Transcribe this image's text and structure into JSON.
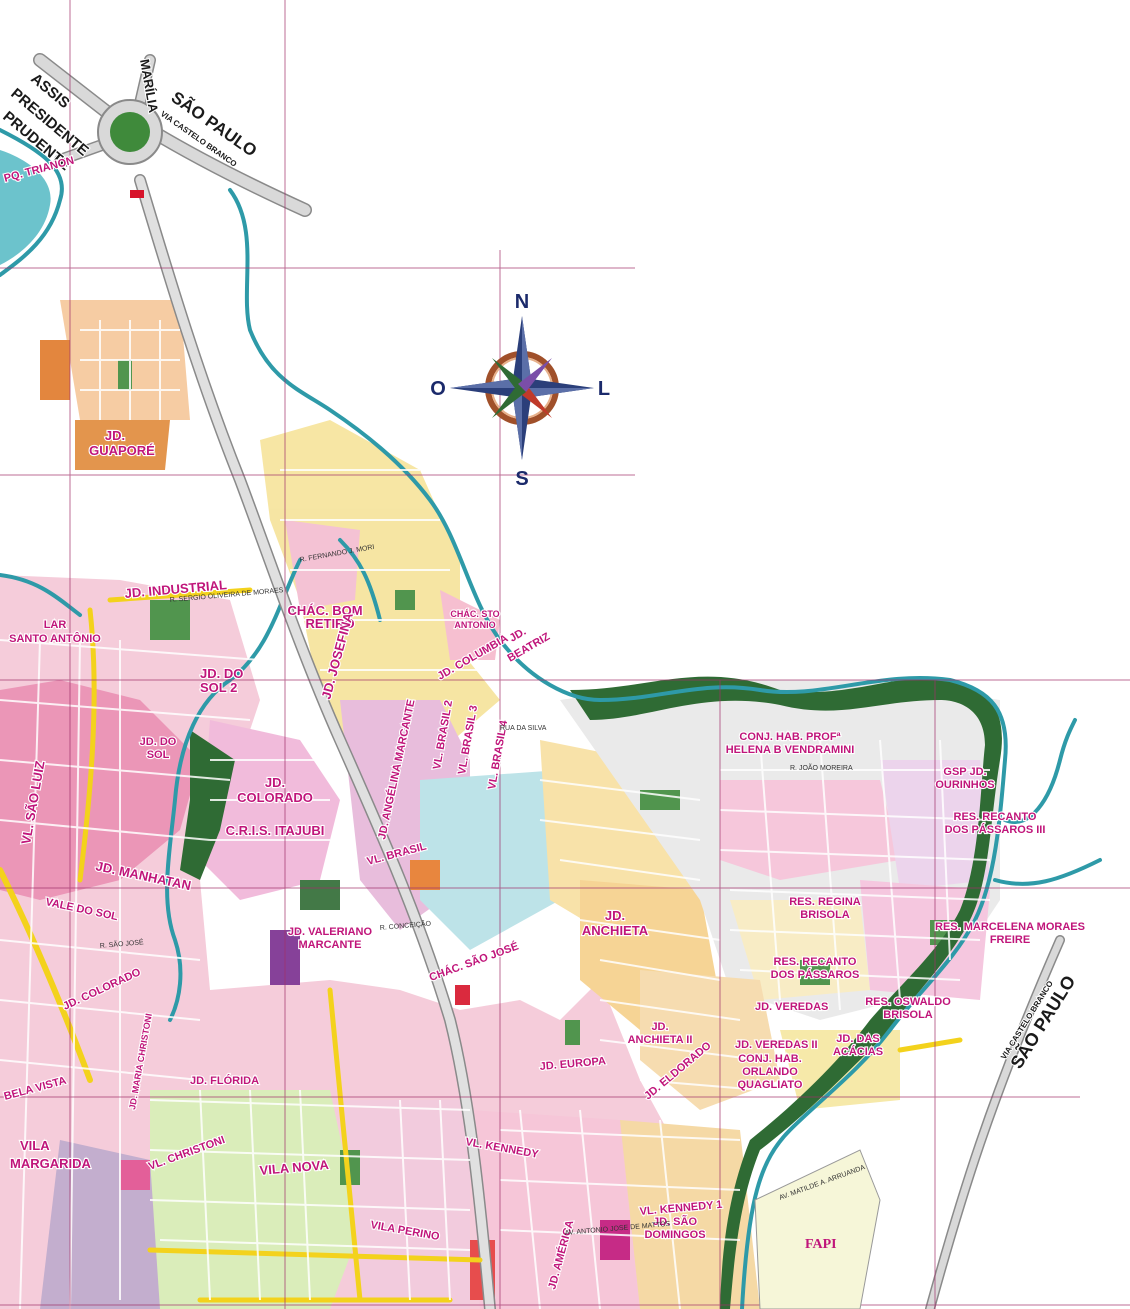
{
  "colors": {
    "river": "#2e9aa8",
    "river_fill": "#6cc3cc",
    "forest": "#2f6b34",
    "road": "#ffffff",
    "road_outline": "#8a8a8a",
    "highway": "#d9d9d9",
    "grid": "#a0306a",
    "label": "#c0157a",
    "yellow_road": "#f3d21c"
  },
  "compass": {
    "north": "N",
    "south": "S",
    "east": "L",
    "west": "O"
  },
  "highways": {
    "assis": "ASSIS",
    "presidente_prudente_1": "PRESIDENTE",
    "presidente_prudente_2": "PRUDENTE",
    "marilia": "MARÍLIA",
    "sao_paulo_top": "SÃO PAULO",
    "via_top": "VIA CASTELO BRANCO",
    "sao_paulo_right": "SÃO PAULO",
    "via_right": "VIA CASTELO BRANCO"
  },
  "places": [
    {
      "id": "pq-trianon",
      "text": "PQ. TRIANON"
    },
    {
      "id": "jd-guapore-1",
      "text": "JD."
    },
    {
      "id": "jd-guapore-2",
      "text": "GUAPORÉ"
    },
    {
      "id": "jd-industrial",
      "text": "JD. INDUSTRIAL"
    },
    {
      "id": "lar-santo-antonio-1",
      "text": "LAR"
    },
    {
      "id": "lar-santo-antonio-2",
      "text": "SANTO ANTÔNIO"
    },
    {
      "id": "chac-bom-retiro-1",
      "text": "CHÁC. BOM"
    },
    {
      "id": "chac-bom-retiro-2",
      "text": "RETIRO"
    },
    {
      "id": "chac-sto-antonio-1",
      "text": "CHÁC. STO"
    },
    {
      "id": "chac-sto-antonio-2",
      "text": "ANTONIO"
    },
    {
      "id": "jd-beatriz-1",
      "text": "JD."
    },
    {
      "id": "jd-beatriz-2",
      "text": "BEATRIZ"
    },
    {
      "id": "jd-do-sol-1",
      "text": "JD. DO"
    },
    {
      "id": "jd-do-sol-2",
      "text": "SOL 2"
    },
    {
      "id": "jd-josefina",
      "text": "JD. JOSEFINA"
    },
    {
      "id": "jd-columbia",
      "text": "JD. COLUMBIA"
    },
    {
      "id": "conj-hab-1",
      "text": "CONJ. HAB. PROFª"
    },
    {
      "id": "conj-hab-2",
      "text": "HELENA B VENDRAMINI"
    },
    {
      "id": "gsp-ourinhos-1",
      "text": "GSP JD."
    },
    {
      "id": "gsp-ourinhos-2",
      "text": "OURINHOS"
    },
    {
      "id": "res-recanto-3-1",
      "text": "RES. RECANTO"
    },
    {
      "id": "res-recanto-3-2",
      "text": "DOS PÁSSAROS III"
    },
    {
      "id": "vl-sao-luiz",
      "text": "VL. SÃO LUIZ"
    },
    {
      "id": "jd-do-sol-3",
      "text": "JD. DO"
    },
    {
      "id": "jd-do-sol-4",
      "text": "SOL"
    },
    {
      "id": "jd-colorado-1",
      "text": "JD."
    },
    {
      "id": "jd-colorado-2",
      "text": "COLORADO"
    },
    {
      "id": "cris-itajubi",
      "text": "C.R.I.S. ITAJUBI"
    },
    {
      "id": "jd-manhattan",
      "text": "JD. MANHATAN"
    },
    {
      "id": "vale-do-sol",
      "text": "VALE DO SOL"
    },
    {
      "id": "vl-brasil",
      "text": "VL. BRASIL"
    },
    {
      "id": "vl-brasil-2",
      "text": "VL. BRASIL 2"
    },
    {
      "id": "vl-brasil-3",
      "text": "VL. BRASIL 3"
    },
    {
      "id": "vl-brasil-4",
      "text": "VL. BRASIL 4"
    },
    {
      "id": "jd-angelina",
      "text": "JD. ANGÉLINA MARCANTE"
    },
    {
      "id": "jd-anchieta-1",
      "text": "JD."
    },
    {
      "id": "jd-anchieta-2",
      "text": "ANCHIETA"
    },
    {
      "id": "res-regina-1",
      "text": "RES. REGINA"
    },
    {
      "id": "res-regina-2",
      "text": "BRISOLA"
    },
    {
      "id": "res-marcelena-1",
      "text": "RES. MARCELENA MORAES"
    },
    {
      "id": "res-marcelena-2",
      "text": "FREIRE"
    },
    {
      "id": "res-recanto-1",
      "text": "RES. RECANTO"
    },
    {
      "id": "res-recanto-2",
      "text": "DOS PÁSSAROS"
    },
    {
      "id": "res-oswaldo-1",
      "text": "RES. OSWALDO"
    },
    {
      "id": "res-oswaldo-2",
      "text": "BRISOLA"
    },
    {
      "id": "jd-veredas",
      "text": "JD. VEREDAS"
    },
    {
      "id": "jd-veredas-2",
      "text": "JD. VEREDAS II"
    },
    {
      "id": "jd-das-acacias-1",
      "text": "JD. DAS"
    },
    {
      "id": "jd-das-acacias-2",
      "text": "ACÁCIAS"
    },
    {
      "id": "conj-orlando-1",
      "text": "CONJ. HAB."
    },
    {
      "id": "conj-orlando-2",
      "text": "ORLANDO"
    },
    {
      "id": "conj-orlando-3",
      "text": "QUAGLIATO"
    },
    {
      "id": "jd-anchieta-ii-1",
      "text": "JD."
    },
    {
      "id": "jd-anchieta-ii-2",
      "text": "ANCHIETA II"
    },
    {
      "id": "jd-valeriano-1",
      "text": "JD. VALERIANO"
    },
    {
      "id": "jd-valeriano-2",
      "text": "MARCANTE"
    },
    {
      "id": "chac-sao-jose",
      "text": "CHÁC. SÃO JOSÉ"
    },
    {
      "id": "jd-colorado-b",
      "text": "JD. COLORADO"
    },
    {
      "id": "jd-florida",
      "text": "JD. FLÓRIDA"
    },
    {
      "id": "jd-europa",
      "text": "JD. EUROPA"
    },
    {
      "id": "jd-eldorado",
      "text": "JD. ELDORADO"
    },
    {
      "id": "vl-kennedy",
      "text": "VL. KENNEDY"
    },
    {
      "id": "vl-kennedy-1",
      "text": "VL. KENNEDY 1"
    },
    {
      "id": "bela-vista",
      "text": "BELA VISTA"
    },
    {
      "id": "vila-margarida-1",
      "text": "VILA"
    },
    {
      "id": "vila-margarida-2",
      "text": "MARGARIDA"
    },
    {
      "id": "vl-christoni",
      "text": "VL. CHRISTONI"
    },
    {
      "id": "vila-nova",
      "text": "VILA NOVA"
    },
    {
      "id": "vila-perino",
      "text": "VILA PERINO"
    },
    {
      "id": "jd-sao-domingos-1",
      "text": "JD. SÃO"
    },
    {
      "id": "jd-sao-domingos-2",
      "text": "DOMINGOS"
    },
    {
      "id": "jd-america",
      "text": "JD. AMÉRICA"
    },
    {
      "id": "jd-maria-christoni",
      "text": "JD. MARIA CHRISTONI"
    },
    {
      "id": "fapi",
      "text": "FAPI"
    }
  ],
  "streets": [
    {
      "id": "s1",
      "text": "R. SERGIO OLIVEIRA DE MORAES"
    },
    {
      "id": "s2",
      "text": "R. FERNANDO J. MORI"
    },
    {
      "id": "s3",
      "text": "AV. ANTONIO JOSE DE MATTOS"
    },
    {
      "id": "s4",
      "text": "R. SÃO JOSÉ"
    },
    {
      "id": "s5",
      "text": "R. CONCEIÇÃO"
    },
    {
      "id": "s6",
      "text": "AV. MATILDE A. ARRUANDA"
    },
    {
      "id": "s7",
      "text": "RUA DA SILVA"
    },
    {
      "id": "s8",
      "text": "R. JOÃO MOREIRA"
    }
  ]
}
